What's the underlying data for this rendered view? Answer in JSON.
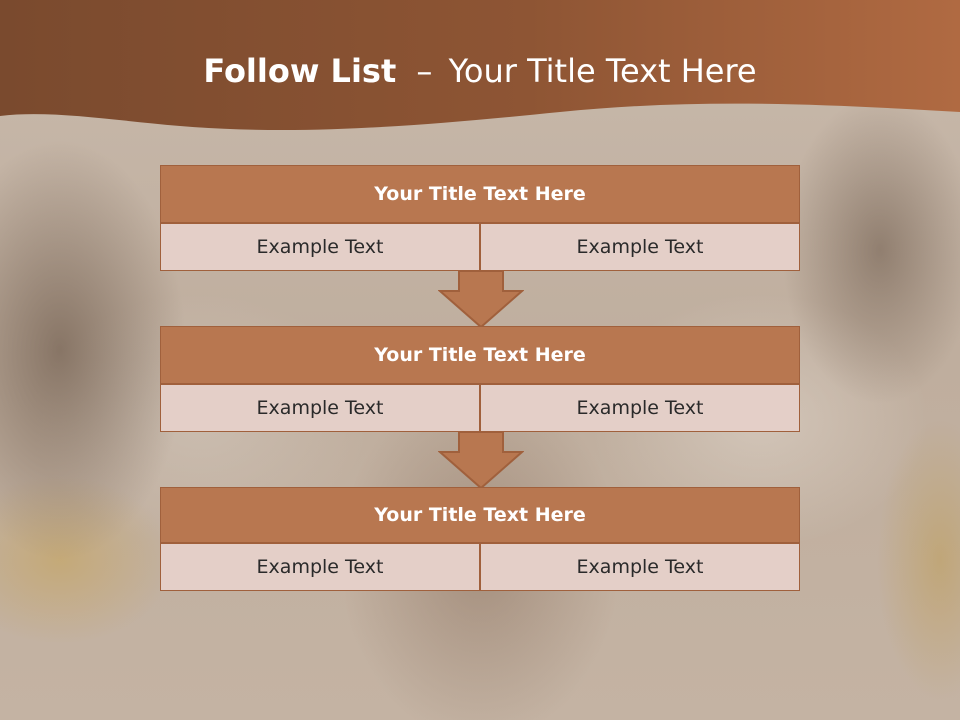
{
  "header": {
    "title_bold": "Follow List",
    "title_separator": "–",
    "title_rest": "Your Title Text Here"
  },
  "colors": {
    "accent": "#b87750",
    "accent_dark": "#a0603c",
    "cell_fill": "#e4cfc8",
    "header_band": "#8a5232"
  },
  "steps": [
    {
      "title": "Your Title Text Here",
      "left": "Example Text",
      "right": "Example Text"
    },
    {
      "title": "Your Title Text Here",
      "left": "Example Text",
      "right": "Example Text"
    },
    {
      "title": "Your Title Text Here",
      "left": "Example Text",
      "right": "Example Text"
    }
  ]
}
